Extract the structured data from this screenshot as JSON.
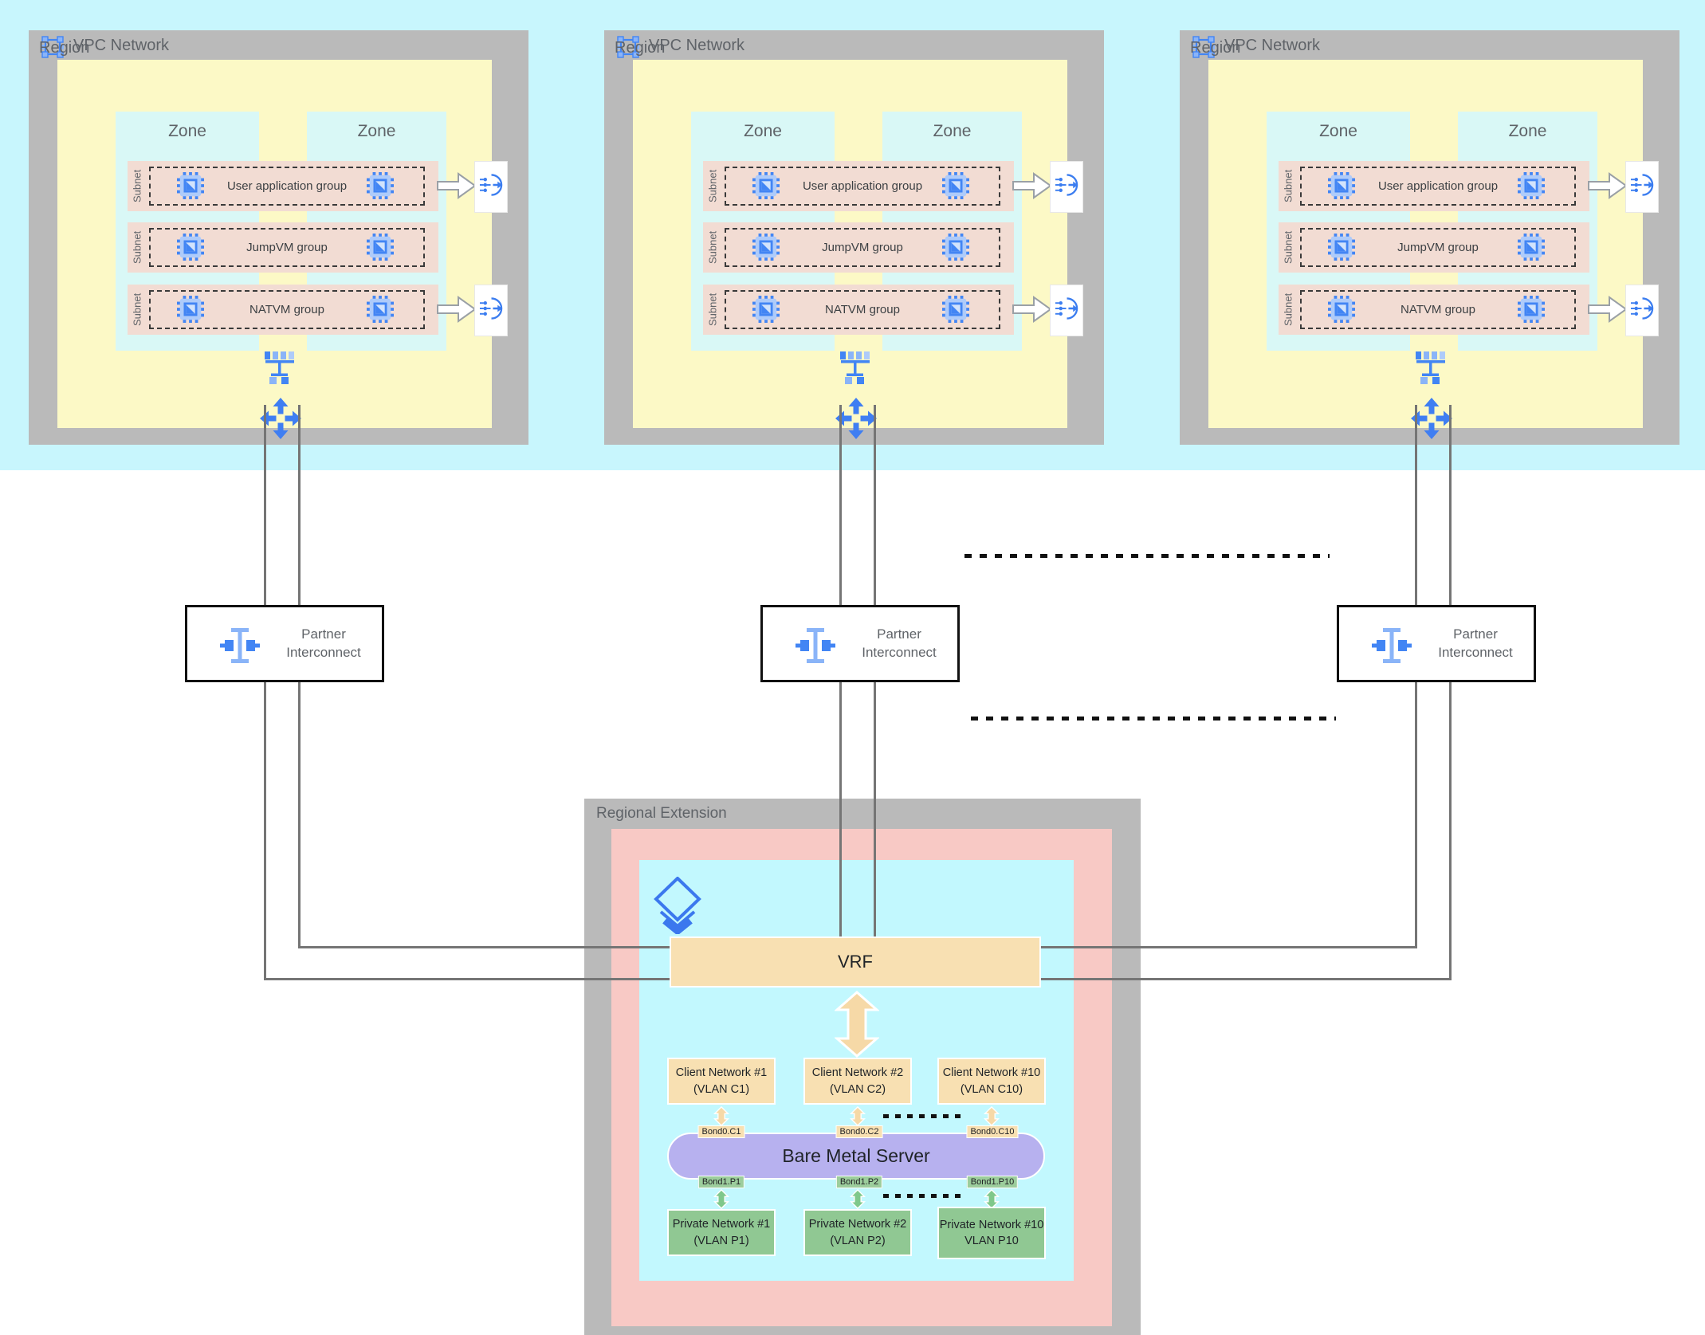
{
  "colors": {
    "top_band": "#c8f6fd",
    "frame_gray": "#bababa",
    "region_yellow": "#fcf9c6",
    "zone_cyan": "#d9f8f6",
    "subnet_pink": "#f2dcd3",
    "re_pink": "#f8c9c5",
    "re_cyan": "#c2f8fe",
    "tan_orange": "#f8e0b2",
    "bms_purple": "#b7b1ef",
    "private_green": "#90c893",
    "icon_blue": "#4285f4",
    "icon_blue_light": "#8ab4f8",
    "line_gray": "#757575",
    "label_gray": "#5f6368"
  },
  "icons": [
    "vpc-network-icon",
    "vm-instance-icon",
    "load-balancer-icon",
    "network-tree-icon",
    "routes-cross-icon",
    "partner-interconnect-icon",
    "layers-diamond-icon"
  ],
  "vpc_blocks": [
    {
      "title": "VPC Network",
      "region_label": "Region",
      "zone_labels": [
        "Zone",
        "Zone"
      ],
      "subnets": [
        {
          "label": "Subnet",
          "group": "User application group"
        },
        {
          "label": "Subnet",
          "group": "JumpVM group"
        },
        {
          "label": "Subnet",
          "group": "NATVM group"
        }
      ]
    },
    {
      "title": "VPC Network",
      "region_label": "Region",
      "zone_labels": [
        "Zone",
        "Zone"
      ],
      "subnets": [
        {
          "label": "Subnet",
          "group": "User application group"
        },
        {
          "label": "Subnet",
          "group": "JumpVM group"
        },
        {
          "label": "Subnet",
          "group": "NATVM group"
        }
      ]
    },
    {
      "title": "VPC Network",
      "region_label": "Region",
      "zone_labels": [
        "Zone",
        "Zone"
      ],
      "subnets": [
        {
          "label": "Subnet",
          "group": "User application group"
        },
        {
          "label": "Subnet",
          "group": "JumpVM group"
        },
        {
          "label": "Subnet",
          "group": "NATVM group"
        }
      ]
    }
  ],
  "interconnects": [
    {
      "label_line1": "Partner",
      "label_line2": "Interconnect"
    },
    {
      "label_line1": "Partner",
      "label_line2": "Interconnect"
    },
    {
      "label_line1": "Partner",
      "label_line2": "Interconnect"
    }
  ],
  "regional_extension": {
    "title": "Regional Extension",
    "vrf_label": "VRF",
    "bare_metal_label": "Bare Metal Server",
    "client_networks": [
      {
        "line1": "Client Network #1",
        "line2": "(VLAN C1)"
      },
      {
        "line1": "Client Network #2",
        "line2": "(VLAN C2)"
      },
      {
        "line1": "Client Network #10",
        "line2": "(VLAN C10)"
      }
    ],
    "bond0_labels": [
      "Bond0.C1",
      "Bond0.C2",
      "Bond0.C10"
    ],
    "bond1_labels": [
      "Bond1.P1",
      "Bond1.P2",
      "Bond1.P10"
    ],
    "private_networks": [
      {
        "line1": "Private Network #1",
        "line2": "(VLAN P1)"
      },
      {
        "line1": "Private Network #2",
        "line2": "(VLAN P2)"
      },
      {
        "line1": "Private Network #10",
        "line2": "VLAN P10"
      }
    ]
  }
}
